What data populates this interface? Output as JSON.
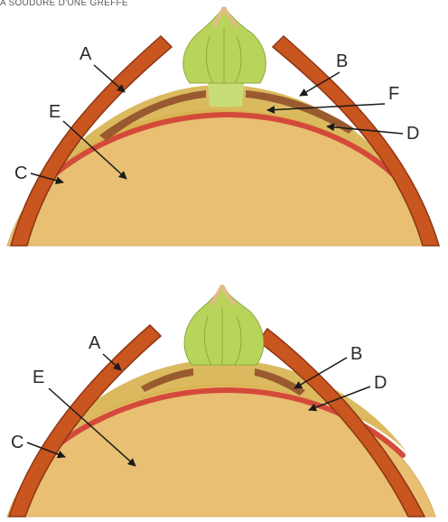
{
  "header": {
    "title": "A SOUDURE D'UNE GREFFE"
  },
  "colors": {
    "bark": "#c9551f",
    "bark_edge": "#8e3614",
    "tissue": "#e8bf73",
    "cambium": "#d44a3a",
    "callus": "#d7b24e",
    "graft_brown": "#9a5a2f",
    "bud_green": "#b9d45a",
    "bud_tip": "#e2bb88"
  },
  "diagram_top": {
    "labels": {
      "a": "A",
      "b": "B",
      "c": "C",
      "d": "D",
      "e": "E",
      "f": "F"
    }
  },
  "diagram_bottom": {
    "labels": {
      "a": "A",
      "b": "B",
      "c": "C",
      "d": "D",
      "e": "E"
    }
  }
}
